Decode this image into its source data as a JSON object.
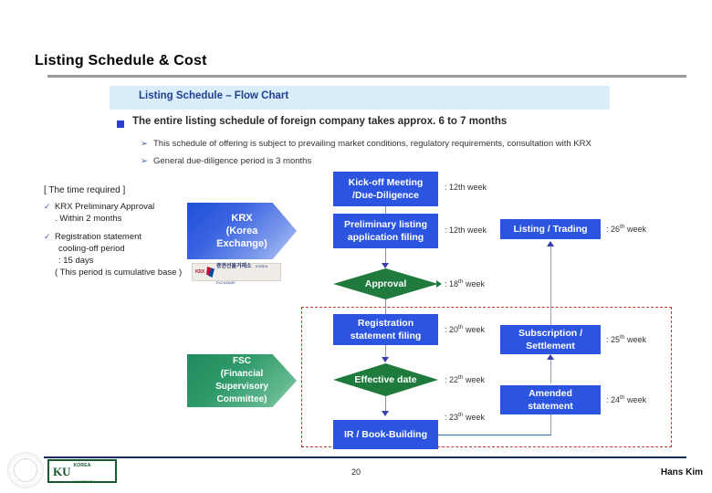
{
  "slide": {
    "title": "Listing Schedule & Cost",
    "page_number": "20",
    "author": "Hans Kim"
  },
  "section": {
    "band_label": "Listing Schedule – Flow Chart",
    "bullet_main": "The entire listing schedule of foreign company takes approx. 6 to 7 months",
    "sub_bullets": [
      {
        "mark": "➢",
        "text": "This schedule of offering is subject to prevailing market conditions, regulatory requirements, consultation with KRX"
      },
      {
        "mark": "➢",
        "text": "General due-diligence period is 3 months"
      }
    ]
  },
  "info_box": {
    "heading": "[ The time required ]",
    "items": [
      {
        "mark": "✓",
        "lines": [
          "KRX Preliminary Approval",
          ". Within 2 months"
        ]
      },
      {
        "mark": "✓",
        "lines": [
          "Registration statement",
          "cooling-off period",
          ": 15 days",
          "( This period is cumulative base )"
        ]
      }
    ]
  },
  "authorities": {
    "krx": {
      "lines": [
        "KRX",
        "(Korea",
        "Exchange)"
      ],
      "color": "#2b55e0",
      "logo": {
        "mark": "KRX",
        "korean": "증권선물거래소",
        "english": "KOREA EXCHANGE"
      }
    },
    "fsc": {
      "lines": [
        "FSC",
        "(Financial",
        "Supervisory",
        "Committee)"
      ],
      "color": "#1f8a5c"
    }
  },
  "flow": {
    "left_column": [
      {
        "id": "kickoff",
        "shape": "box",
        "lines": [
          "Kick-off Meeting",
          "/Due-Diligence"
        ],
        "week": ": 12th week",
        "week_sup": ""
      },
      {
        "id": "prelim",
        "shape": "box",
        "lines": [
          "Preliminary listing",
          "application filing"
        ],
        "week": ": 12th week",
        "week_sup": ""
      },
      {
        "id": "approval",
        "shape": "diamond",
        "lines": [
          "Approval"
        ],
        "week": ": 18",
        "week_sup": "th",
        "week_tail": " week"
      },
      {
        "id": "registration",
        "shape": "box",
        "lines": [
          "Registration",
          "statement filing"
        ],
        "week": ": 20",
        "week_sup": "th",
        "week_tail": " week"
      },
      {
        "id": "effective",
        "shape": "diamond",
        "lines": [
          "Effective date"
        ],
        "week": ": 22",
        "week_sup": "th",
        "week_tail": " week"
      },
      {
        "id": "ir",
        "shape": "box",
        "lines": [
          "IR / Book-Building"
        ],
        "week": ": 23",
        "week_sup": "th",
        "week_tail": " week"
      }
    ],
    "right_column": [
      {
        "id": "listing",
        "shape": "box",
        "lines": [
          "Listing / Trading"
        ],
        "week": ": 26",
        "week_sup": "th",
        "week_tail": " week"
      },
      {
        "id": "subscription",
        "shape": "box",
        "lines": [
          "Subscription /",
          "Settlement"
        ],
        "week": ": 25",
        "week_sup": "th",
        "week_tail": " week"
      },
      {
        "id": "amended",
        "shape": "box",
        "lines": [
          "Amended",
          "statement"
        ],
        "week": ": 24",
        "week_sup": "th",
        "week_tail": " week"
      }
    ]
  },
  "colors": {
    "node_blue": "#2b55e0",
    "diamond_green": "#1f7a3d",
    "band_blue": "#d9edfb",
    "band_text": "#1f3f91",
    "dotted_red": "#c0392b",
    "footer_navy": "#1b2a5e",
    "ku_green": "#18572f"
  }
}
